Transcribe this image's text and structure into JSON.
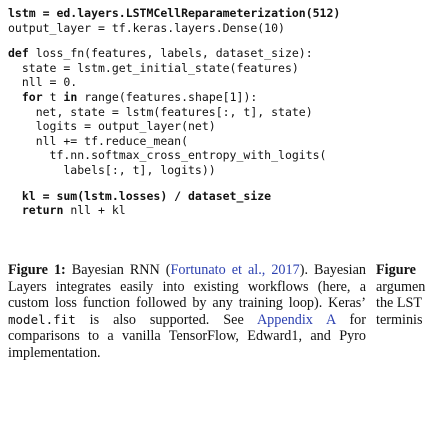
{
  "code": {
    "line1_kw": "lstm = ed.layers.LSTMCellReparameterization(512)",
    "line2": "output_layer = tf.keras.layers.Dense(10)",
    "line3_kw": "def",
    "line3_rest": " loss_fn(features, labels, dataset_size):",
    "line4": "  state = lstm.get_initial_state(features)",
    "line5": "  nll = 0.",
    "line6_kw1": "for",
    "line6_mid": " t ",
    "line6_kw2": "in",
    "line6_rest": " range(features.shape[1]):",
    "line7": "    net, state = lstm(features[:, t], state)",
    "line8": "    logits = output_layer(net)",
    "line9": "    nll += tf.reduce_mean(",
    "line10": "      tf.nn.softmax_cross_entropy_with_logits(",
    "line11": "        labels[:, t], logits))",
    "line12_kw": "  kl = sum(lstm.losses) / dataset_size",
    "line13_kw": "return",
    "line13_rest": " nll + kl"
  },
  "caption": {
    "label": "Figure 1:",
    "t1": " Bayesian RNN (",
    "link1": "Fortunato et al., 2017",
    "t2": "). Bayesian Layers integrates easily into existing workflows (here, a custom loss function followed by any training loop). Keras’ ",
    "mono": "model.fit",
    "t3": " is also supported. See ",
    "link2": "Appendix A",
    "t4": " for comparisons to a vanilla TensorFlow, Edward1, and Pyro implementation."
  },
  "side": {
    "label": "Figure",
    "l2": "argumen",
    "l3": "the LST",
    "l4": "terminis"
  }
}
